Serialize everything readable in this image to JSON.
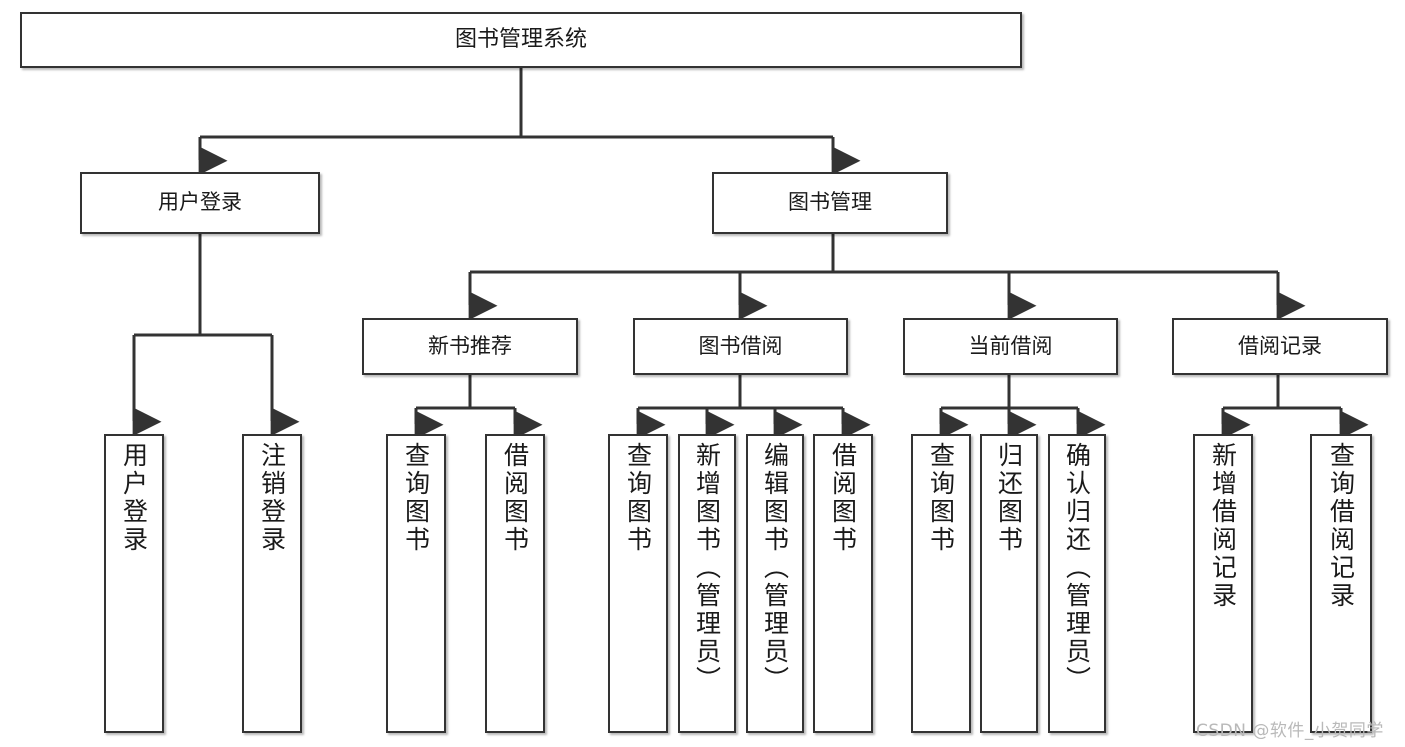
{
  "diagram": {
    "title": "图书管理系统",
    "watermark": "CSDN @软件_小贺同学",
    "colors": {
      "box_border": "#333333",
      "box_fill": "#ffffff",
      "edge": "#333333",
      "watermark": "#b9b9b9",
      "background": "#ffffff"
    },
    "nodes": {
      "root": {
        "label": "图书管理系统"
      },
      "level1": [
        {
          "label": "用户登录"
        },
        {
          "label": "图书管理"
        }
      ],
      "level2": [
        {
          "label": "新书推荐"
        },
        {
          "label": "图书借阅"
        },
        {
          "label": "当前借阅"
        },
        {
          "label": "借阅记录"
        }
      ],
      "leaves_user_login": [
        {
          "label": "用户登录"
        },
        {
          "label": "注销登录"
        }
      ],
      "leaves_new_book": [
        {
          "label": "查询图书"
        },
        {
          "label": "借阅图书"
        }
      ],
      "leaves_borrow": [
        {
          "label": "查询图书"
        },
        {
          "label": "新增图书（管理员）"
        },
        {
          "label": "编辑图书（管理员）"
        },
        {
          "label": "借阅图书"
        }
      ],
      "leaves_current": [
        {
          "label": "查询图书"
        },
        {
          "label": "归还图书"
        },
        {
          "label": "确认归还（管理员）"
        }
      ],
      "leaves_records": [
        {
          "label": "新增借阅记录"
        },
        {
          "label": "查询借阅记录"
        }
      ]
    }
  }
}
